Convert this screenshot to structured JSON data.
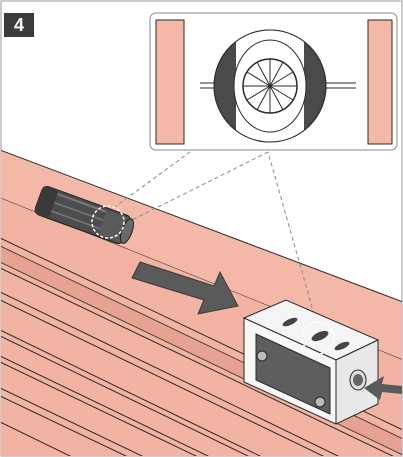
{
  "step": {
    "number": "4"
  },
  "colors": {
    "profile": "#f3b8a8",
    "profile_dark": "#d9907c",
    "metal": "#f4f4f4",
    "cylinder": "#4d4d4d",
    "arrow": "#5a5a5a",
    "outline": "#2a2a2a"
  },
  "icons": {
    "magnifier_callout": "zoom-callout-circle",
    "push_arrow": "arrow-right",
    "insert_arrow": "arrow-left"
  }
}
